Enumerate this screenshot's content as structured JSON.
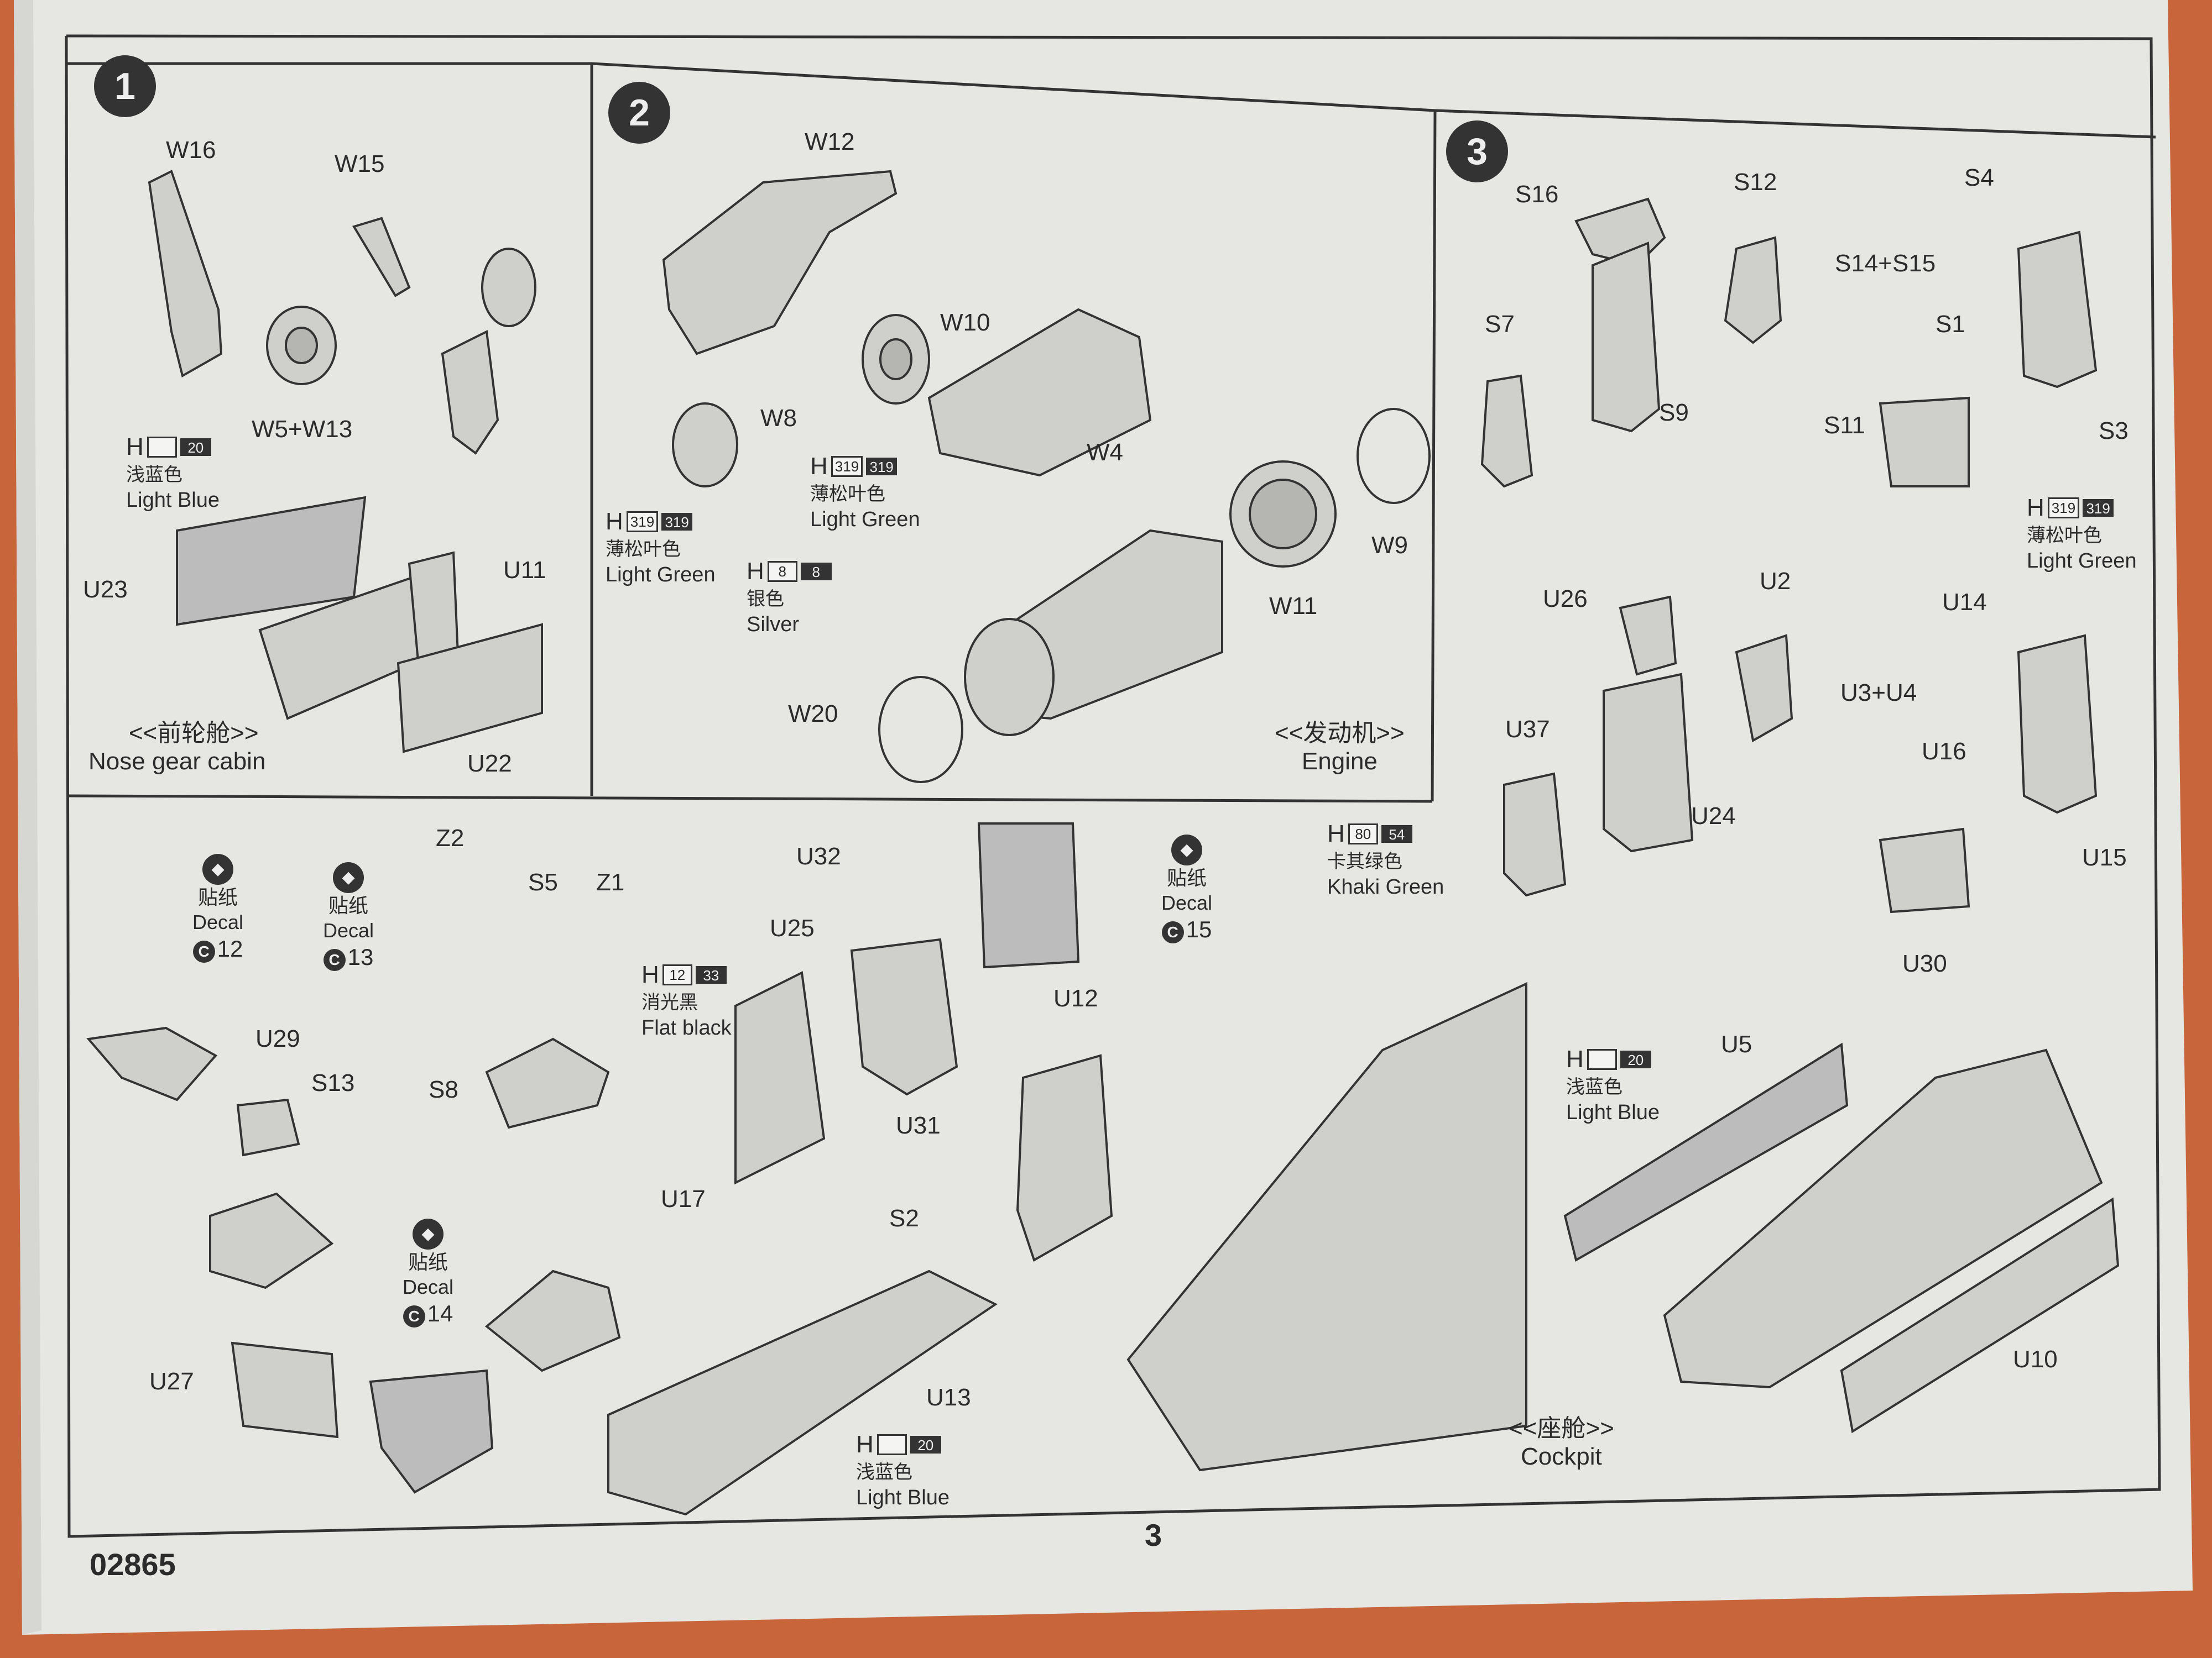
{
  "footer": {
    "kit_number": "02865",
    "page_number": "3"
  },
  "steps": [
    {
      "number": "1",
      "caption_cn": "<<前轮舱>>",
      "caption_en": "Nose gear cabin",
      "labels": [
        "W16",
        "W15",
        "W5+W13",
        "U23",
        "U11",
        "U22"
      ],
      "paint": {
        "prefix": "H",
        "box1": "",
        "box2": "20",
        "cn": "浅蓝色",
        "en": "Light Blue"
      }
    },
    {
      "number": "2",
      "caption_cn": "<<发动机>>",
      "caption_en": "Engine",
      "labels": [
        "W12",
        "W10",
        "W8",
        "W4",
        "W9",
        "W11",
        "W20"
      ],
      "paints": [
        {
          "prefix": "H",
          "box1": "319",
          "box2": "319",
          "cn": "薄松叶色",
          "en": "Light Green"
        },
        {
          "prefix": "H",
          "box1": "319",
          "box2": "319",
          "cn": "薄松叶色",
          "en": "Light Green"
        },
        {
          "prefix": "H",
          "box1": "8",
          "box2": "8",
          "cn": "银色",
          "en": "Silver"
        }
      ]
    },
    {
      "number": "3",
      "labels": [
        "S16",
        "S12",
        "S4",
        "S7",
        "S14+S15",
        "S1",
        "S9",
        "S11",
        "S3",
        "U26",
        "U2",
        "U14",
        "U3+U4",
        "U37",
        "U16",
        "U24",
        "U15",
        "U30"
      ],
      "paints": [
        {
          "prefix": "H",
          "box1": "319",
          "box2": "319",
          "cn": "薄松叶色",
          "en": "Light Green"
        },
        {
          "prefix": "H",
          "box1": "80",
          "box2": "54",
          "cn": "卡其绿色",
          "en": "Khaki Green"
        }
      ]
    },
    {
      "caption_cn": "<<座舱>>",
      "caption_en": "Cockpit",
      "labels": [
        "Z2",
        "S5",
        "Z1",
        "U32",
        "U25",
        "U12",
        "U29",
        "S13",
        "S8",
        "U31",
        "U17",
        "S2",
        "U27",
        "U13",
        "U5",
        "U10"
      ],
      "decals": [
        {
          "cn": "贴纸",
          "en": "Decal",
          "number": "12"
        },
        {
          "cn": "贴纸",
          "en": "Decal",
          "number": "13"
        },
        {
          "cn": "贴纸",
          "en": "Decal",
          "number": "14"
        },
        {
          "cn": "贴纸",
          "en": "Decal",
          "number": "15"
        }
      ],
      "paints": [
        {
          "prefix": "H",
          "box1": "12",
          "box2": "33",
          "cn": "消光黑",
          "en": "Flat black"
        },
        {
          "prefix": "H",
          "box1": "",
          "box2": "20",
          "cn": "浅蓝色",
          "en": "Light Blue"
        },
        {
          "prefix": "H",
          "box1": "",
          "box2": "20",
          "cn": "浅蓝色",
          "en": "Light Blue"
        }
      ]
    }
  ],
  "colors": {
    "page": "#e4e4e1",
    "background": "#c9653a",
    "ink": "#2b2b2b",
    "part_fill": "#bcbcbc"
  }
}
